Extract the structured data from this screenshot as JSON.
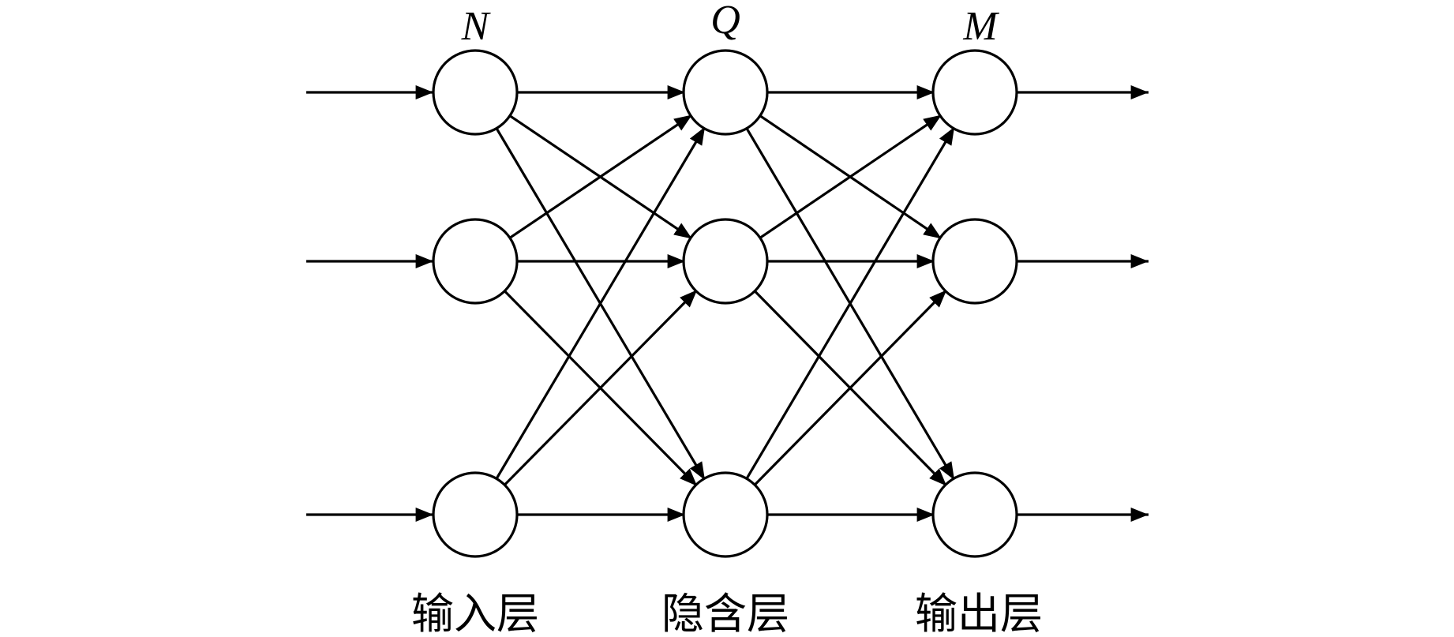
{
  "layers": [
    {
      "symbol": "N",
      "caption": "输入层",
      "node_count": 3
    },
    {
      "symbol": "Q",
      "caption": "隐含层",
      "node_count": 3
    },
    {
      "symbol": "M",
      "caption": "输出层",
      "node_count": 3
    }
  ],
  "connectivity": "fully-connected",
  "has_input_arrows": true,
  "has_output_arrows": true,
  "colors": {
    "stroke": "#000000",
    "node_fill": "#ffffff",
    "background": "#ffffff"
  }
}
